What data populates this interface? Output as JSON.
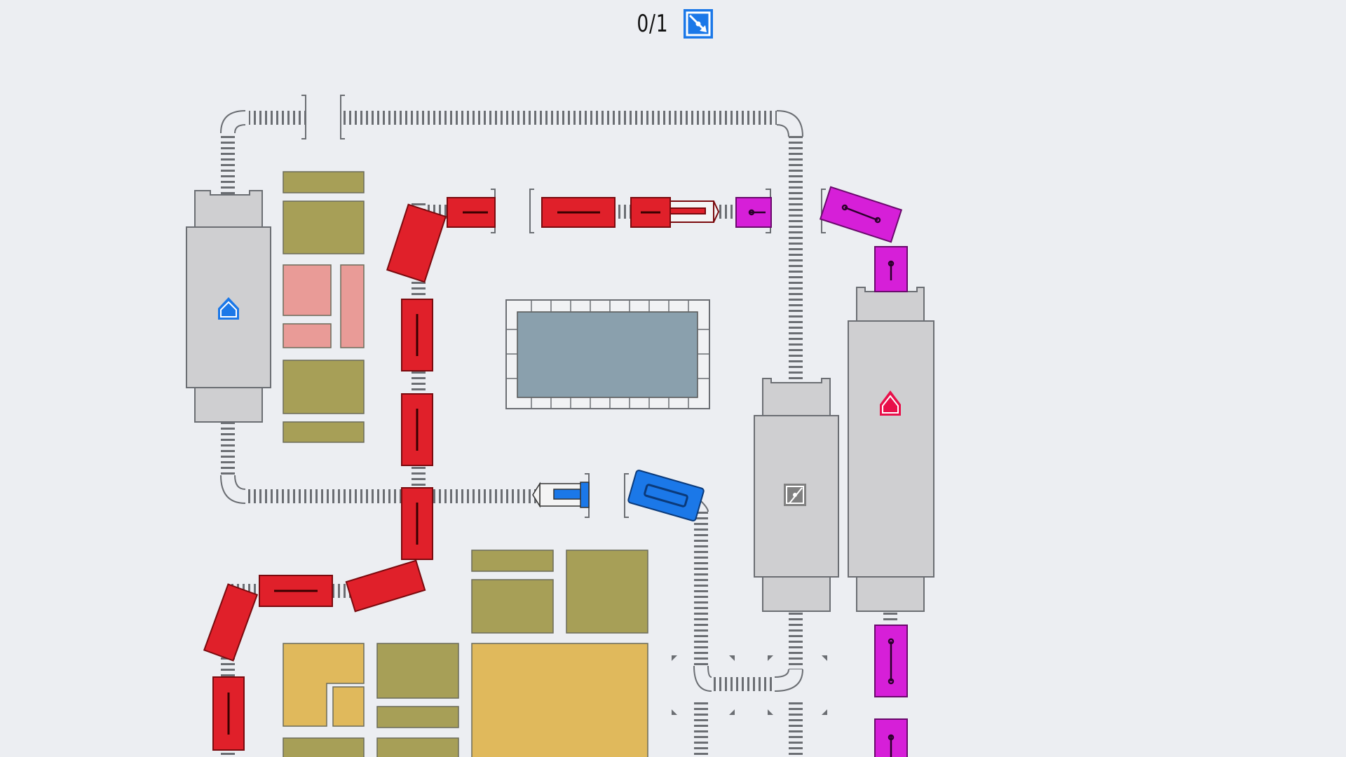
{
  "hud": {
    "score_text": "0/1",
    "goal_icon": "blue-station-target-icon"
  },
  "colors": {
    "background": "#eceef2",
    "track": "#6b6e73",
    "red_train": "#e0202a",
    "blue_train": "#1b78e8",
    "magenta_train": "#d61fd8",
    "station": "#cfcfd1",
    "olive_building": "#a79f57",
    "pink_building": "#e99b97",
    "yellow_building": "#e0b95c",
    "pool": "#8aa0ad"
  },
  "stations": [
    {
      "id": "blue-home",
      "icon": "house-icon",
      "color": "#1b78e8"
    },
    {
      "id": "grey-target",
      "icon": "target-icon",
      "color": "#808080"
    },
    {
      "id": "red-home",
      "icon": "house-icon",
      "color": "#e8104a"
    }
  ],
  "trains": [
    {
      "id": "red-train",
      "color": "#e0202a",
      "cars": 11,
      "has_engine": true
    },
    {
      "id": "blue-train",
      "color": "#1b78e8",
      "cars": 1,
      "has_engine": true
    },
    {
      "id": "magenta-train",
      "color": "#d61fd8",
      "cars": 5,
      "has_engine": false
    }
  ]
}
